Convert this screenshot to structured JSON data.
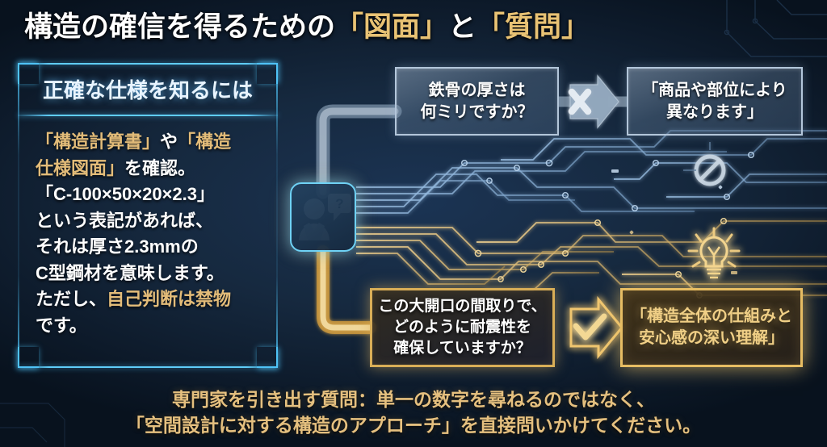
{
  "title": {
    "segments": [
      {
        "text": "構造の確信を得るための",
        "style": "white"
      },
      {
        "text": "「図面」",
        "style": "gold"
      },
      {
        "text": "と",
        "style": "white"
      },
      {
        "text": "「質問」",
        "style": "gold"
      }
    ],
    "plain": "構造の確信を得るための「図面」と「質問」"
  },
  "left_panel": {
    "header": "正確な仕様を知るには",
    "body_lines": [
      [
        {
          "text": "「構造計算書」",
          "style": "gold"
        },
        {
          "text": "や",
          "style": "white"
        },
        {
          "text": "「構造",
          "style": "gold"
        }
      ],
      [
        {
          "text": "仕様図面」",
          "style": "gold"
        },
        {
          "text": "を確認。",
          "style": "white"
        }
      ],
      [
        {
          "text": "「C-100×50×20×2.3」",
          "style": "white"
        }
      ],
      [
        {
          "text": "という表記があれば、",
          "style": "white"
        }
      ],
      [
        {
          "text": "それは厚さ2.3mmの",
          "style": "white"
        }
      ],
      [
        {
          "text": "C型鋼材を意味します。",
          "style": "white"
        }
      ],
      [
        {
          "text": "ただし、",
          "style": "white"
        },
        {
          "text": "自己判断は禁物",
          "style": "gold"
        }
      ],
      [
        {
          "text": "です。",
          "style": "white"
        }
      ]
    ]
  },
  "flow": {
    "question_bad": {
      "lines": [
        "鉄骨の厚さは",
        "何ミリですか？"
      ],
      "label": "鉄骨の厚さは何ミリですか？"
    },
    "answer_bad": {
      "lines": [
        "「商品や部位により",
        "異なります」"
      ],
      "label": "「商品や部位により異なります」"
    },
    "question_good": {
      "lines": [
        "この大開口の間取りで、",
        "どのように耐震性を",
        "確保していますか？"
      ],
      "label": "この大開口の間取りで、どのように耐震性を確保していますか？"
    },
    "answer_good": {
      "lines": [
        "「構造全体の仕組みと",
        "安心感の深い理解」"
      ],
      "label": "「構造全体の仕組みと安心感の深い理解」"
    }
  },
  "icons": {
    "person": "person-question-icon",
    "speech_bubble_mark": "?",
    "cross": "cross-mark-icon",
    "prohibition": "prohibition-icon",
    "lightbulb": "lightbulb-icon",
    "check_arrow": "check-arrow-icon"
  },
  "caption": {
    "lines": [
      "専門家を引き出す質問：単一の数字を尋ねるのではなく、",
      "「空間設計に対する構造のアプローチ」を直接問いかけてください。"
    ]
  },
  "colors": {
    "background_deep": "#0d1a2a",
    "background_mid": "#1b3454",
    "accent_cyan": "#4fc3f7",
    "accent_gold": "#e3bc79",
    "gold_bright": "#e7bd63",
    "steel": "#b3c6da",
    "text_white": "#ffffff"
  }
}
